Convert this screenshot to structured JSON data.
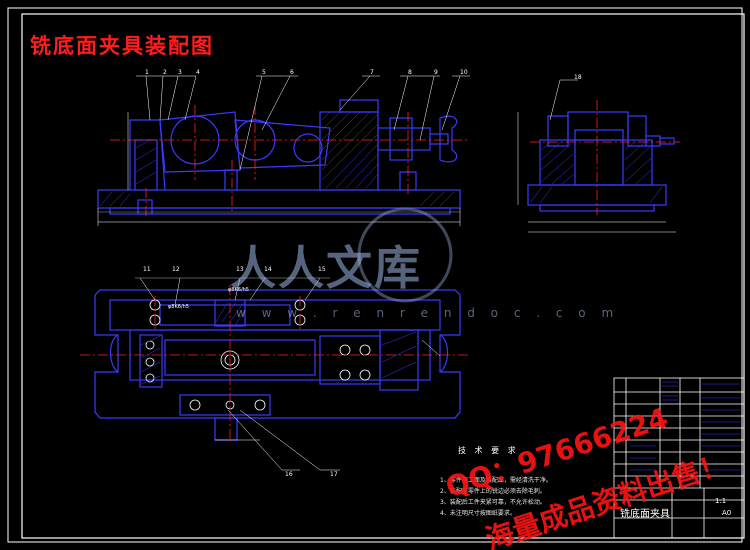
{
  "drawing": {
    "title": "铣底面夹具装配图",
    "part_labels": [
      "1",
      "2",
      "3",
      "4",
      "5",
      "6",
      "7",
      "8",
      "9",
      "10",
      "11",
      "12",
      "13",
      "14",
      "15",
      "16",
      "17",
      "18"
    ],
    "fits": [
      "φ8K6/h5",
      "φ8K6/h5"
    ]
  },
  "tech_requirements": {
    "heading": "技 术 要 求",
    "lines": [
      "1、零件加工面及装配面，需经清洗干净。",
      "2、装配前零件上的锐边必须去除毛刺。",
      "3、装配后工件夹紧可靠，不允许松动。",
      "4、未注明尺寸按图纸要求。"
    ]
  },
  "title_block": {
    "drawing_name": "铣底面夹具",
    "scale": "1:1",
    "sheet": "A0"
  },
  "watermark": {
    "brand": "人人文库",
    "url": "w w w . r e n r e n d o c . c o m"
  },
  "contact_overlay": {
    "qq": "QQ：97666224",
    "slogan": "海量成品资料出售！"
  },
  "colors": {
    "background": "#000000",
    "title": "#ff1c1c",
    "outline": "#3a3aff",
    "centerline": "#ff2020",
    "white": "#ffffff"
  }
}
